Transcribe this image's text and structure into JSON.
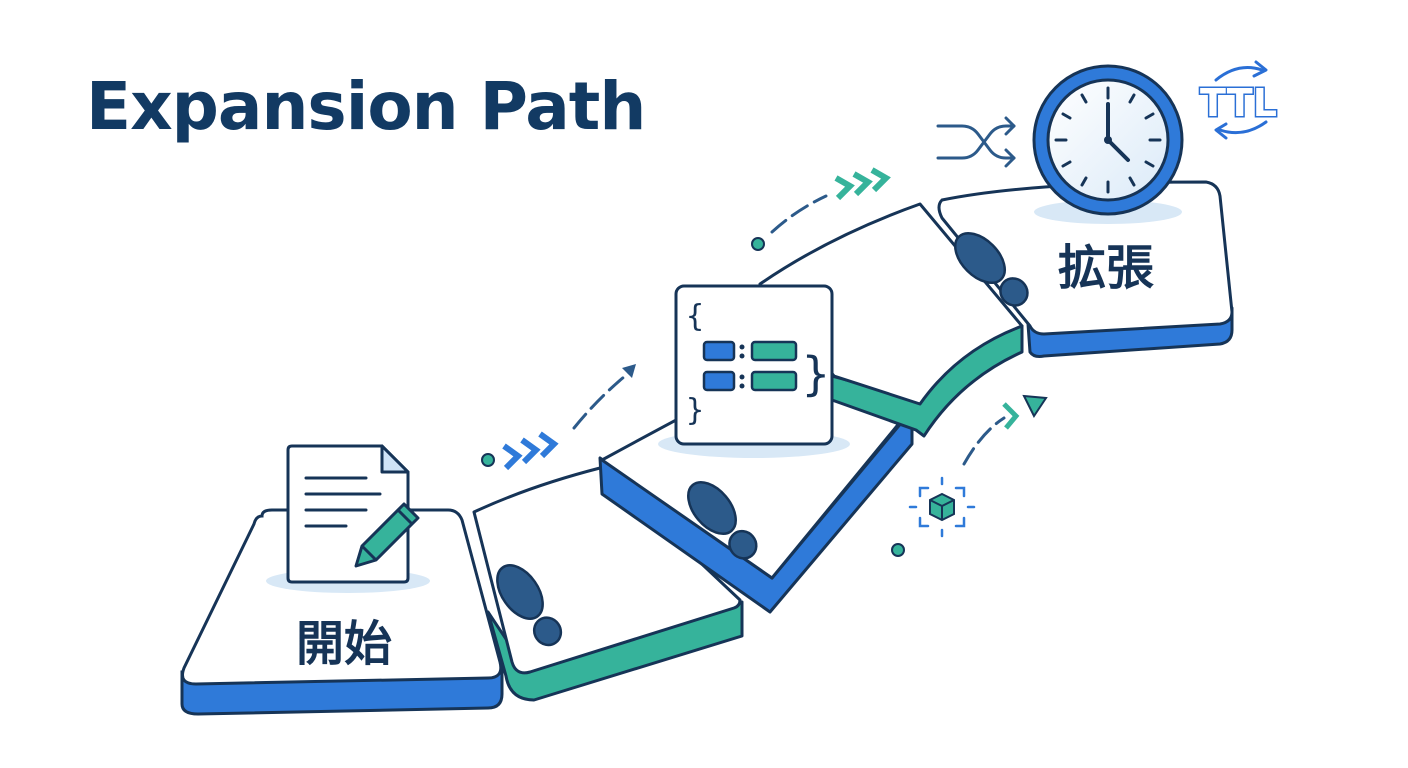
{
  "title": "Expansion Path",
  "steps": [
    {
      "label": "開始",
      "icon": "document-pencil-icon"
    },
    {
      "label": "",
      "icon": "json-braces-icon"
    },
    {
      "label": "拡張",
      "icon": "clock-icon"
    }
  ],
  "badges": {
    "ttl": "TTL"
  },
  "colors": {
    "navy": "#123a63",
    "blue": "#2f7ad9",
    "teal": "#36b39b",
    "footprint": "#2c5a8a",
    "outline": "#163457"
  },
  "icons": [
    "document-pencil-icon",
    "json-braces-icon",
    "clock-icon",
    "ttl-refresh-icon",
    "shuffle-arrows-icon",
    "cube-focus-icon",
    "footprint-icon",
    "chevron-arrows-icon"
  ]
}
